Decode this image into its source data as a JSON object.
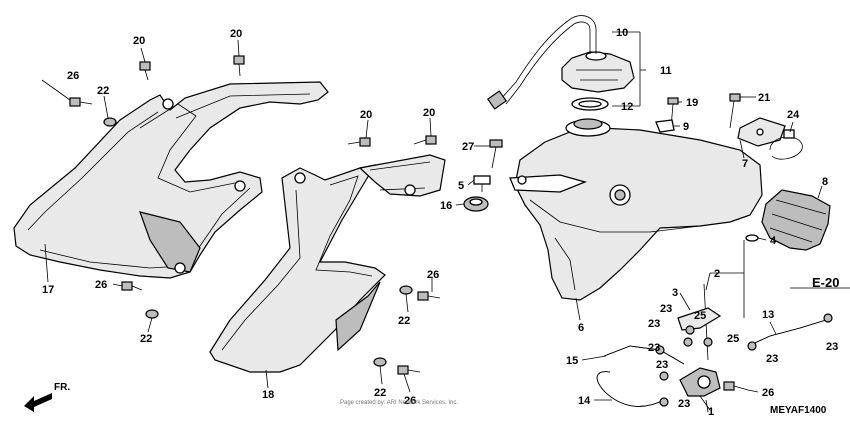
{
  "diagram": {
    "code": "MEYAF1400",
    "ref": "E-20",
    "direction": "FR.",
    "watermark": "Page created by: ARI Network Services, Inc.",
    "callouts": [
      {
        "id": "n1",
        "text": "1"
      },
      {
        "id": "n2",
        "text": "2"
      },
      {
        "id": "n3",
        "text": "3"
      },
      {
        "id": "n4",
        "text": "4"
      },
      {
        "id": "n5",
        "text": "5"
      },
      {
        "id": "n6",
        "text": "6"
      },
      {
        "id": "n7",
        "text": "7"
      },
      {
        "id": "n8",
        "text": "8"
      },
      {
        "id": "n9",
        "text": "9"
      },
      {
        "id": "n10",
        "text": "10"
      },
      {
        "id": "n11",
        "text": "11"
      },
      {
        "id": "n12",
        "text": "12"
      },
      {
        "id": "n13",
        "text": "13"
      },
      {
        "id": "n14",
        "text": "14"
      },
      {
        "id": "n15",
        "text": "15"
      },
      {
        "id": "n16",
        "text": "16"
      },
      {
        "id": "n17",
        "text": "17"
      },
      {
        "id": "n18",
        "text": "18"
      },
      {
        "id": "n19",
        "text": "19"
      },
      {
        "id": "n20a",
        "text": "20"
      },
      {
        "id": "n20b",
        "text": "20"
      },
      {
        "id": "n20c",
        "text": "20"
      },
      {
        "id": "n20d",
        "text": "20"
      },
      {
        "id": "n21",
        "text": "21"
      },
      {
        "id": "n22a",
        "text": "22"
      },
      {
        "id": "n22b",
        "text": "22"
      },
      {
        "id": "n22c",
        "text": "22"
      },
      {
        "id": "n22d",
        "text": "22"
      },
      {
        "id": "n23a",
        "text": "23"
      },
      {
        "id": "n23b",
        "text": "23"
      },
      {
        "id": "n23c",
        "text": "23"
      },
      {
        "id": "n23d",
        "text": "23"
      },
      {
        "id": "n23e",
        "text": "23"
      },
      {
        "id": "n23f",
        "text": "23"
      },
      {
        "id": "n23g",
        "text": "23"
      },
      {
        "id": "n24",
        "text": "24"
      },
      {
        "id": "n25a",
        "text": "25"
      },
      {
        "id": "n25b",
        "text": "25"
      },
      {
        "id": "n26a",
        "text": "26"
      },
      {
        "id": "n26b",
        "text": "26"
      },
      {
        "id": "n26c",
        "text": "26"
      },
      {
        "id": "n26d",
        "text": "26"
      },
      {
        "id": "n26e",
        "text": "26"
      },
      {
        "id": "n27",
        "text": "27"
      }
    ]
  }
}
